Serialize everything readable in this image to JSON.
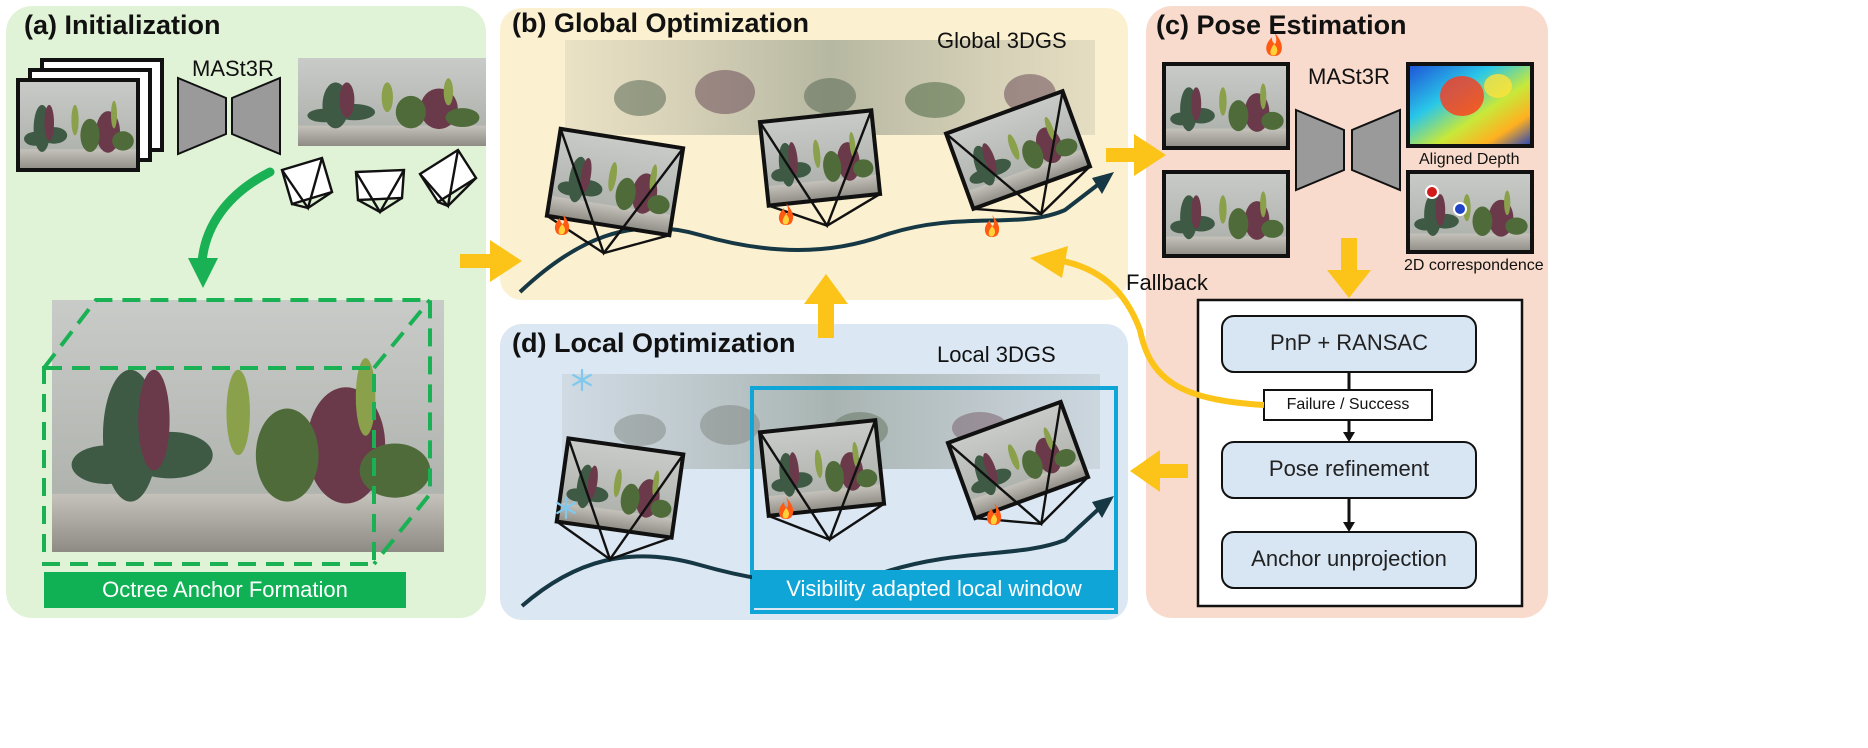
{
  "colors": {
    "panel_a": "#e1f3d6",
    "panel_b": "#fbf0cf",
    "panel_c": "#f8dbcc",
    "panel_d": "#dbe7f3",
    "arrow_yellow": "#fcc419",
    "arrow_green": "#19b153",
    "banner_green": "#10b154",
    "banner_blue": "#0fa5d6",
    "step_box": "#d8e5f3",
    "trajectory": "#163844",
    "point_red": "#d11a1a",
    "point_blue": "#1f44c8"
  },
  "panels": {
    "a": {
      "title": "(a) Initialization",
      "model": "MASt3R",
      "banner": "Octree Anchor Formation"
    },
    "b": {
      "title": "(b) Global Optimization",
      "tag": "Global 3DGS"
    },
    "c": {
      "title": "(c) Pose Estimation",
      "model": "MASt3R",
      "depth_label": "Aligned Depth",
      "corr_label": "2D correspondence",
      "steps": [
        "PnP + RANSAC",
        "Pose refinement",
        "Anchor unprojection"
      ],
      "decision": "Failure / Success"
    },
    "d": {
      "title": "(d) Local Optimization",
      "tag": "Local 3DGS",
      "banner": "Visibility adapted local window"
    }
  },
  "fallback_label": "Fallback",
  "icons": [
    "fire-icon",
    "snowflake-icon",
    "camera-frustum-icon",
    "encoder-decoder-icon"
  ]
}
